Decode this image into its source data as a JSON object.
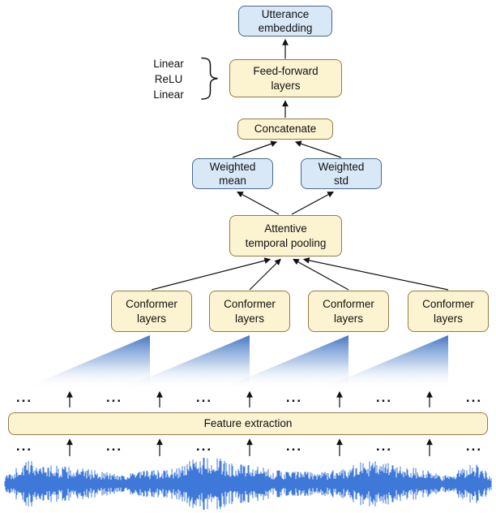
{
  "diagram": {
    "nodes": {
      "utterance_embedding": {
        "label": "Utterance\nembedding"
      },
      "feed_forward": {
        "label": "Feed-forward\nlayers"
      },
      "concatenate": {
        "label": "Concatenate"
      },
      "weighted_mean": {
        "label": "Weighted\nmean"
      },
      "weighted_std": {
        "label": "Weighted\nstd"
      },
      "attentive_pooling": {
        "label": "Attentive\ntemporal pooling"
      },
      "conformer": {
        "label": "Conformer\nlayers"
      },
      "feature_extraction": {
        "label": "Feature extraction"
      }
    },
    "ffn_annotation": {
      "lines": [
        "Linear",
        "ReLU",
        "Linear"
      ]
    },
    "ellipsis": "...",
    "colors": {
      "node_blue_fill": "#d9e8f7",
      "node_blue_border": "#49678c",
      "node_yellow_fill": "#fcf3d1",
      "node_yellow_border": "#8e7d46",
      "triangle_blue": "#3f70bf",
      "waveform_blue": "#3e78d8",
      "arrow": "#111111"
    }
  }
}
